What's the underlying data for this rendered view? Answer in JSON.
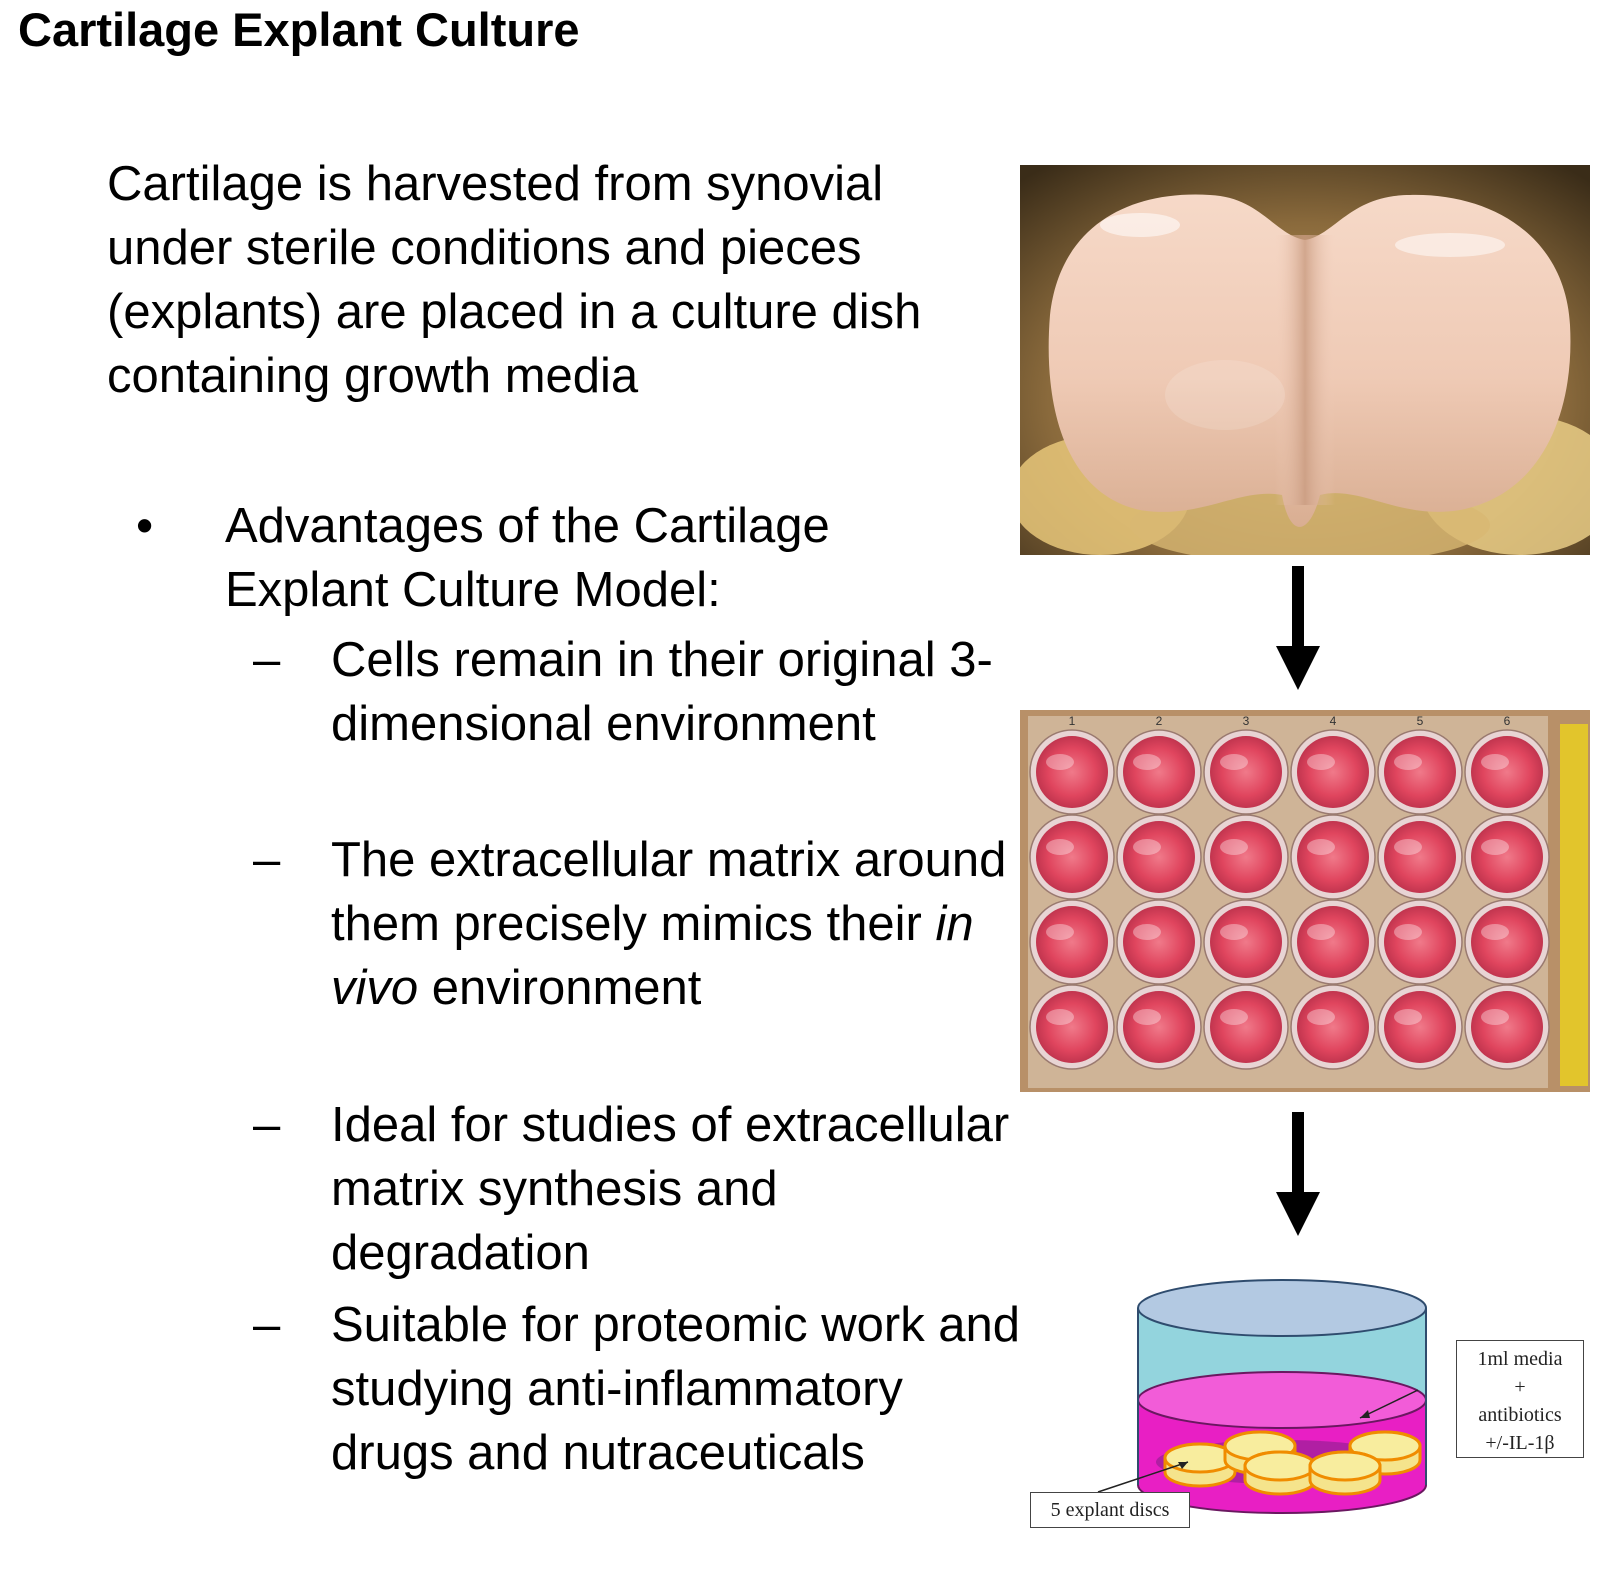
{
  "title": "Cartilage Explant Culture",
  "intro": "Cartilage is harvested from synovial under sterile conditions and pieces (explants) are placed in a culture dish containing growth media",
  "bullet": {
    "marker": "•",
    "text": "Advantages of the Cartilage Explant Culture Model:"
  },
  "sub_marker": "–",
  "sub_items": [
    {
      "text": "Cells remain in their original 3-dimensional environment"
    },
    {
      "text_before": "The extracellular matrix around them precisely mimics their ",
      "italic": "in vivo",
      "text_after": " environment"
    },
    {
      "text": "Ideal for studies of extracellular matrix synthesis and degradation"
    },
    {
      "text": "Suitable for proteomic work and studying anti-inflammatory drugs and nutraceuticals"
    }
  ],
  "plate": {
    "column_numbers": [
      "1",
      "2",
      "3",
      "4",
      "5",
      "6"
    ]
  },
  "diagram": {
    "media_label": [
      "1ml media",
      "+",
      "antibiotics",
      "+/-IL-1β"
    ],
    "disc_label": "5 explant discs"
  },
  "colors": {
    "cartilage": "#f2ccb8",
    "well_media": "#e0455e",
    "dish_lid": "#b3c9e2",
    "dish_upper": "#93d4dd",
    "media_fill": "#e81fc4",
    "explant_disc": "#f5e48c",
    "disc_edge": "#f08c00"
  }
}
